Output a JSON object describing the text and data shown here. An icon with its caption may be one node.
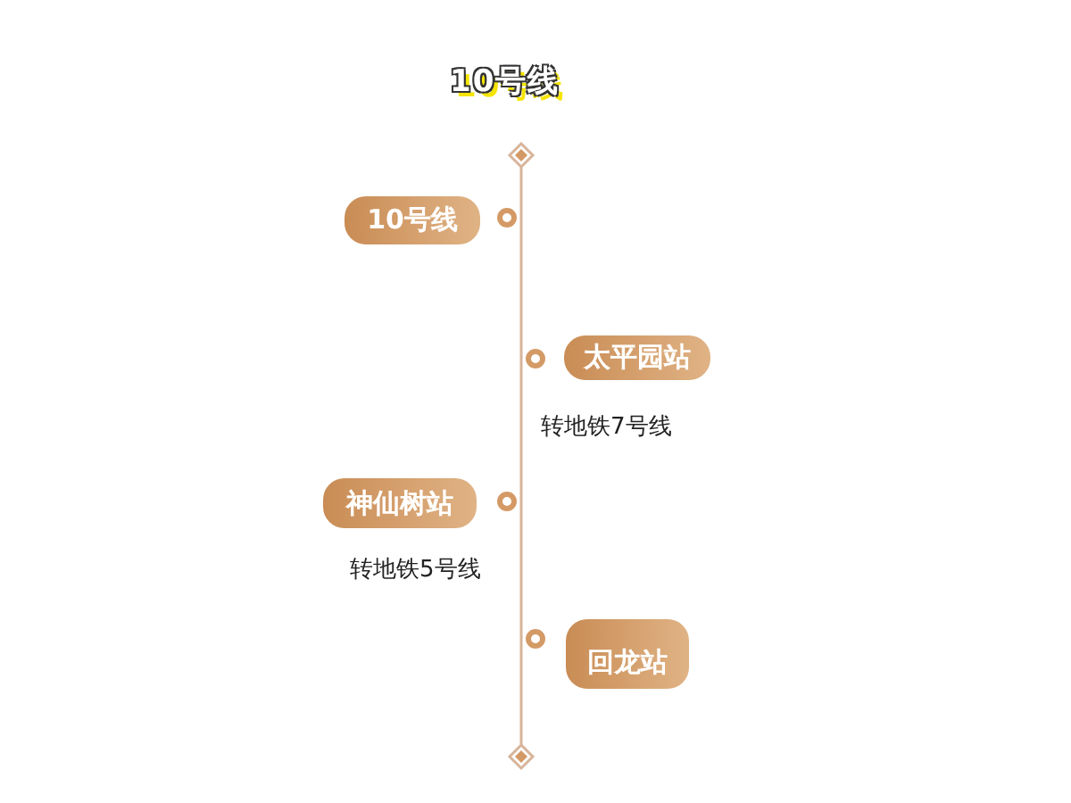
{
  "diagram": {
    "title": "10号线",
    "nodes": [
      {
        "text": [],
        "shape": "diamond"
      },
      {
        "text": [
          "10号线"
        ]
      },
      {
        "text": [
          "太平园站"
        ],
        "beside": [
          "转地铁7号线"
        ]
      },
      {
        "text": [
          "神仙树站"
        ],
        "beside": [
          "转地铁5号线"
        ]
      },
      {
        "text": [
          "回龙站"
        ]
      },
      {
        "text": [],
        "shape": "diamond"
      }
    ],
    "edges": [
      {
        "from": 0,
        "to": 5,
        "arrow": "none"
      }
    ]
  }
}
